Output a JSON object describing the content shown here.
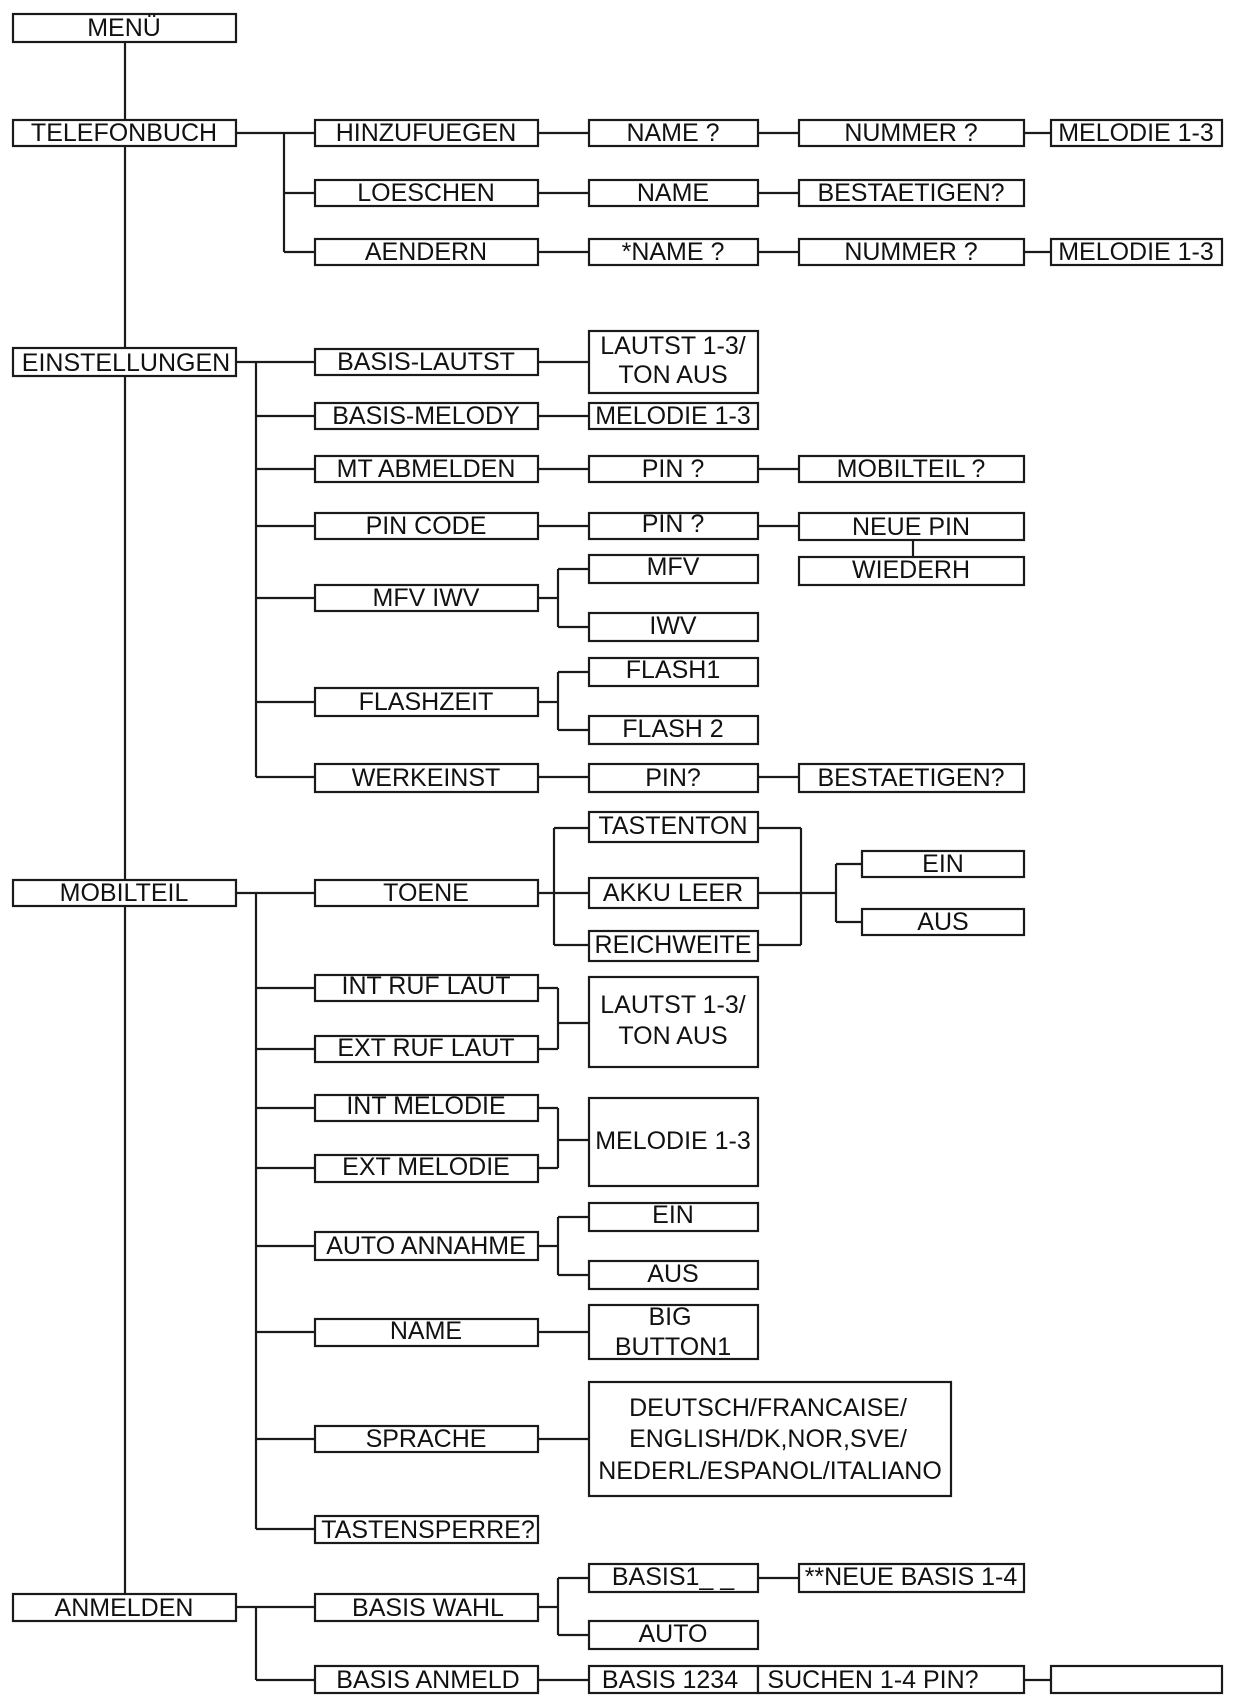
{
  "nodes": {
    "menu": "MENÜ",
    "telefonbuch": "TELEFONBUCH",
    "hinzufuegen": "HINZUFUEGEN",
    "hinz_name": "NAME ?",
    "hinz_nummer": "NUMMER ?",
    "hinz_melodie": "MELODIE 1-3",
    "loeschen": "LOESCHEN",
    "loe_name": "NAME",
    "loe_best": "BESTAETIGEN?",
    "aendern": "AENDERN",
    "aen_name": "*NAME ?",
    "aen_nummer": "NUMMER ?",
    "aen_melodie": "MELODIE 1-3",
    "einstellungen": "EINSTELLUNGEN",
    "basis_lautst": "BASIS-LAUTST",
    "bl_val_1": "LAUTST 1-3/",
    "bl_val_2": "TON AUS",
    "basis_melody": "BASIS-MELODY",
    "bm_val": "MELODIE 1-3",
    "mt_abmelden": "MT ABMELDEN",
    "mt_pin": "PIN ?",
    "mt_mobilteil": "MOBILTEIL ?",
    "pin_code": "PIN CODE",
    "pc_pin": "PIN ?",
    "pc_neue": "NEUE PIN",
    "pc_wiederh": "WIEDERH",
    "mfv_iwv": "MFV  IWV",
    "mfv": "MFV",
    "iwv": "IWV",
    "flashzeit": "FLASHZEIT",
    "flash1": "FLASH1",
    "flash2": "FLASH 2",
    "werkeinst": "WERKEINST",
    "we_pin": "PIN?",
    "we_best": "BESTAETIGEN?",
    "mobilteil": "MOBILTEIL",
    "toene": "TOENE",
    "tastenton": "TASTENTON",
    "akku_leer": "AKKU LEER",
    "reichweite": "REICHWEITE",
    "toene_ein": "EIN",
    "toene_aus": "AUS",
    "int_ruf": "INT RUF LAUT",
    "ext_ruf": "EXT RUF LAUT",
    "ruf_val_1": "LAUTST 1-3/",
    "ruf_val_2": "TON AUS",
    "int_mel": "INT MELODIE",
    "ext_mel": "EXT MELODIE",
    "mel_val": "MELODIE 1-3",
    "auto_annahme": "AUTO ANNAHME",
    "aa_ein": "EIN",
    "aa_aus": "AUS",
    "name": "NAME",
    "name_val_1": "BIG",
    "name_val_2": "BUTTON1",
    "sprache": "SPRACHE",
    "spr_1": "DEUTSCH/FRANCAISE/",
    "spr_2": "ENGLISH/DK,NOR,SVE/",
    "spr_3": "NEDERL/ESPANOL/ITALIANO",
    "tastensperre": "TASTENSPERRE?",
    "anmelden": "ANMELDEN",
    "basis_wahl": "BASIS WAHL",
    "basis1": "BASIS1_ _",
    "neue_basis": "**NEUE BASIS 1-4",
    "auto": "AUTO",
    "basis_anmeld": "BASIS ANMELD",
    "basis_1234": "BASIS 1234",
    "suchen": "SUCHEN 1-4 PIN?",
    "last_box": ""
  }
}
